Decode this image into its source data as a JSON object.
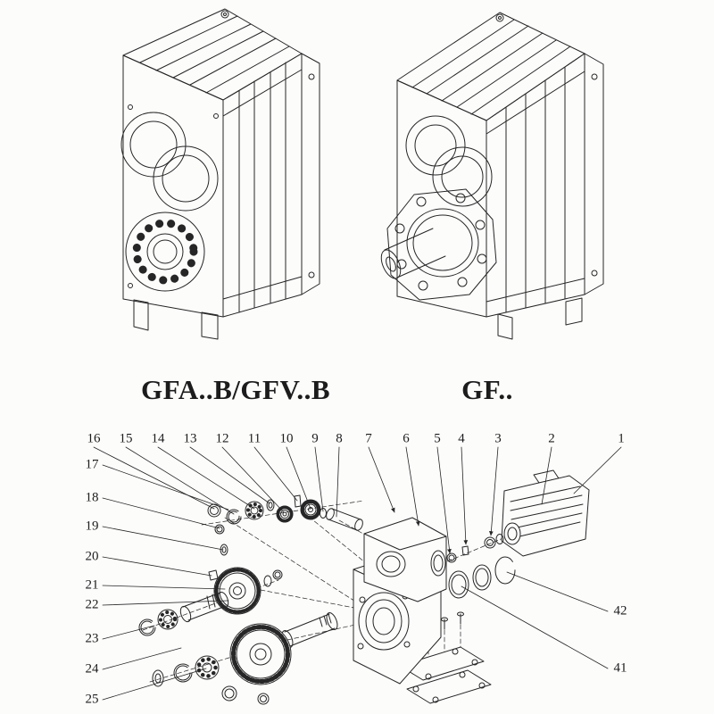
{
  "captions": {
    "left": "GFA..B/GFV..B",
    "right": "GF.."
  },
  "exploded": {
    "top": [
      "16",
      "15",
      "14",
      "13",
      "12",
      "11",
      "10",
      "9",
      "8",
      "7",
      "6",
      "5",
      "4",
      "3",
      "2",
      "1"
    ],
    "left": [
      "17",
      "18",
      "19",
      "20",
      "21",
      "22",
      "23",
      "24",
      "25"
    ],
    "right": [
      "42",
      "41"
    ]
  },
  "colors": {
    "ink": "#262626",
    "paper": "#fcfcfb"
  }
}
